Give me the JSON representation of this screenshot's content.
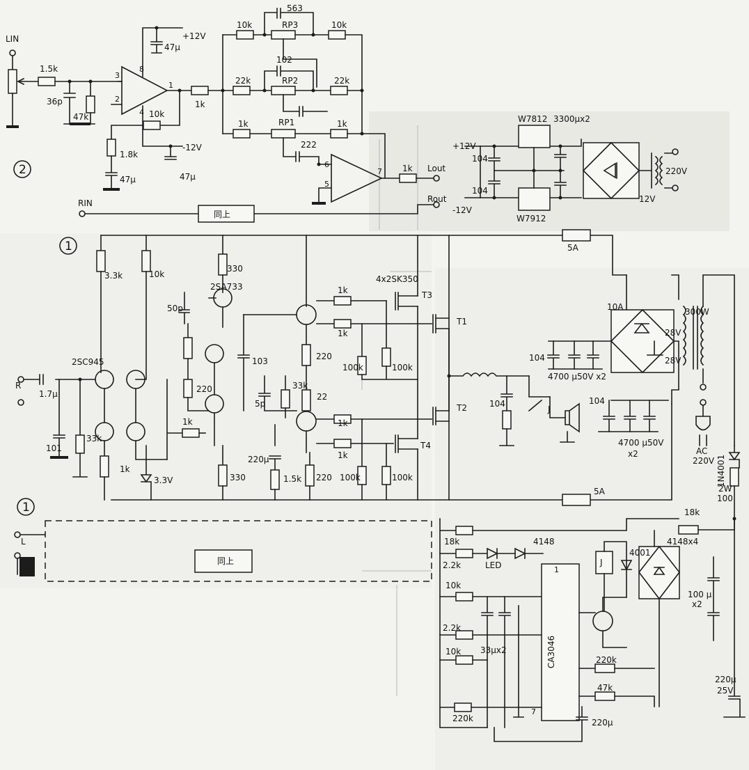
{
  "labels": {
    "lin": "LIN",
    "rin": "RIN",
    "lout": "Lout",
    "rout": "Rout",
    "r": "R",
    "l": "L",
    "same1": "同上",
    "same2": "同上",
    "sec2": "2",
    "sec1a": "1",
    "sec1b": "1"
  },
  "pre": {
    "r_in": "1.5k",
    "c_in": "36p",
    "r_47k": "47k",
    "pin3": "3",
    "pin2": "2",
    "pin8": "8",
    "pin4": "4",
    "pin1": "1",
    "vpos": "+12V",
    "c_vpos": "47μ",
    "r_fb": "10k",
    "r_1k8": "1.8k",
    "c_gnd": "47μ",
    "vneg": "-12V",
    "c_vneg": "47μ",
    "r_out": "1k",
    "c563": "563",
    "rp3": "RP3",
    "r10k_a": "10k",
    "r10k_b": "10k",
    "c102": "102",
    "rp2": "RP2",
    "r22k_a": "22k",
    "r22k_b": "22k",
    "rp1": "RP1",
    "r1k_a": "1k",
    "r1k_b": "1k",
    "c222": "222",
    "pin6": "6",
    "pin5": "5",
    "pin7": "7",
    "r_lout": "1k"
  },
  "psu12": {
    "w7812": "W7812",
    "w7912": "W7912",
    "c3300": "3300μx2",
    "c104a": "104",
    "c104b": "104",
    "vpos": "+12V",
    "vneg": "-12V",
    "v12": "12V",
    "v220": "220V"
  },
  "amp": {
    "r3k3": "3.3k",
    "r10k": "10k",
    "r330a": "330",
    "q2sa733": "2SA733",
    "c50p": "50p",
    "q2sc945": "2SC945",
    "c1u7": "1.7μ",
    "c101": "101",
    "r33k": "33k",
    "r220a": "220",
    "c103": "103",
    "c5p": "5p",
    "r33k_b": "33k",
    "r22": "22",
    "r1k_mid": "1k",
    "r1k_low": "1k",
    "z3v3": "3.3V",
    "r330b": "330",
    "c220u": "220μ",
    "r1k5": "1.5k",
    "r220b": "220",
    "r220c": "220",
    "mos": "4x2SK350",
    "t3": "T3",
    "t1": "T1",
    "t2": "T2",
    "t4": "T4",
    "r1k_1": "1k",
    "r1k_2": "1k",
    "r1k_3": "1k",
    "r1k_4": "1k",
    "r100k_1": "100k",
    "r100k_2": "100k",
    "r100k_3": "100k",
    "r100k_4": "100k",
    "c104": "104",
    "relay": "J"
  },
  "psu_main": {
    "fuse1": "5A",
    "fuse2": "5A",
    "bridge": "10A",
    "xf": "300W",
    "v28a": "28V",
    "v28b": "28V",
    "c104a": "104",
    "c104b": "104",
    "c4700a": "4700 μ50V x2",
    "c4700b": "4700 μ50V",
    "x2": "x2",
    "ac": "AC",
    "ac_v": "220V"
  },
  "protect": {
    "r18k_a": "18k",
    "r18k_b": "18k",
    "r2k2_a": "2.2k",
    "r2k2_b": "2.2k",
    "r10k_a": "10k",
    "r10k_b": "10k",
    "led": "LED",
    "d4148": "4148",
    "pin1": "1",
    "pin7": "7",
    "ic": "CA3046",
    "c33u": "33μx2",
    "relay": "J",
    "d4001": "4001",
    "bridge": "4148x4",
    "c100u": "100 μ",
    "x2": "x2",
    "d1n4001": "1N4001",
    "r2w": "2W",
    "r100": "100",
    "r220k_a": "220k",
    "r220k_b": "220k",
    "r47k": "47k",
    "c220u_a": "220μ",
    "c220u_b": "220μ",
    "v25": "25V"
  }
}
